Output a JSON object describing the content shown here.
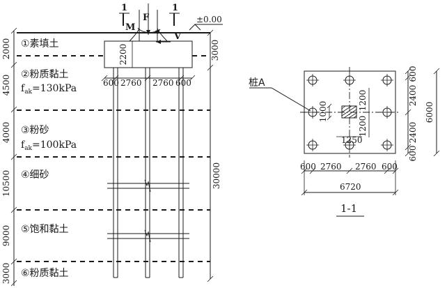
{
  "elevation": {
    "section_mark_left": "1",
    "section_mark_right": "1",
    "load_moment": "M",
    "load_axial": "F",
    "load_shear": "V",
    "ground_level": "±0.00",
    "layers": [
      {
        "label": "①素填土",
        "thickness": "2000"
      },
      {
        "label": "②粉质黏土",
        "thickness": "4500",
        "fak_prefix": "f",
        "fak_sub": "ak",
        "fak_value": "=130kPa"
      },
      {
        "label": "③粉砂",
        "thickness": "4000",
        "fak_prefix": "f",
        "fak_sub": "ak",
        "fak_value": "=100kPa"
      },
      {
        "label": "④细砂",
        "thickness": "10500"
      },
      {
        "label": "⑤饱和黏土",
        "thickness": "9000"
      },
      {
        "label": "⑥粉质黏土",
        "thickness": "3000"
      }
    ],
    "cap_height": "2200",
    "cap_depth": "3000",
    "pile_length": "30000",
    "pile_spacing": [
      "600",
      "2760",
      "2760",
      "600"
    ]
  },
  "plan": {
    "pile_label": "桩A",
    "section_title": "1-1",
    "bottom_dims": [
      "600",
      "2760",
      "2760",
      "600"
    ],
    "total_width": "6720",
    "right_dims": [
      "600",
      "2400",
      "2400",
      "600"
    ],
    "total_height": "6000",
    "column_dim_w": "1250",
    "column_dim_h1": "1000",
    "column_dim_h2": "1200",
    "column_dim_h3": "1200"
  }
}
